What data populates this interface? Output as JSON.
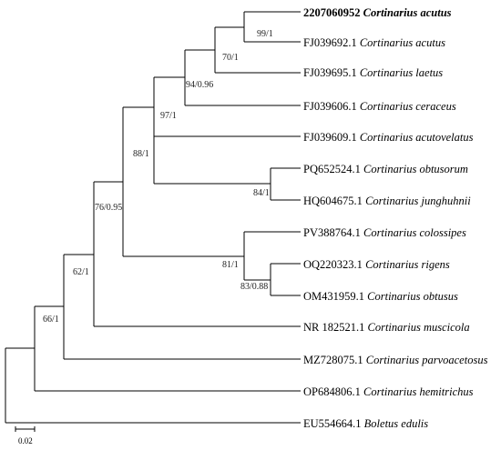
{
  "tree": {
    "type": "phylogenetic-tree",
    "tips": [
      {
        "id": "t1",
        "accession": "2207060952",
        "species": "Cortinarius acutus",
        "bold": true
      },
      {
        "id": "t2",
        "accession": "FJ039692.1",
        "species": "Cortinarius acutus"
      },
      {
        "id": "t3",
        "accession": "FJ039695.1",
        "species": "Cortinarius laetus"
      },
      {
        "id": "t4",
        "accession": "FJ039606.1",
        "species": "Cortinarius ceraceus"
      },
      {
        "id": "t5",
        "accession": "FJ039609.1",
        "species": "Cortinarius acutovelatus"
      },
      {
        "id": "t6",
        "accession": "PQ652524.1",
        "species": "Cortinarius obtusorum"
      },
      {
        "id": "t7",
        "accession": "HQ604675.1",
        "species": "Cortinarius junghuhnii"
      },
      {
        "id": "t8",
        "accession": "PV388764.1",
        "species": "Cortinarius colossipes"
      },
      {
        "id": "t9",
        "accession": "OQ220323.1",
        "species": "Cortinarius rigens"
      },
      {
        "id": "t10",
        "accession": "OM431959.1",
        "species": "Cortinarius obtusus"
      },
      {
        "id": "t11",
        "accession": "NR 182521.1",
        "species": "Cortinarius muscicola"
      },
      {
        "id": "t12",
        "accession": "MZ728075.1",
        "species": "Cortinarius parvoacetosus"
      },
      {
        "id": "t13",
        "accession": "OP684806.1",
        "species": "Cortinarius hemitrichus"
      },
      {
        "id": "t14",
        "accession": "EU554664.1",
        "species": "Boletus edulis"
      }
    ],
    "support_values": [
      "99/1",
      "70/1",
      "94/0.96",
      "97/1",
      "88/1",
      "84/1",
      "76/0.95",
      "81/1",
      "83/0.88",
      "62/1",
      "66/1"
    ],
    "scale_bar": {
      "label": "0.02",
      "value": 0.02
    }
  }
}
